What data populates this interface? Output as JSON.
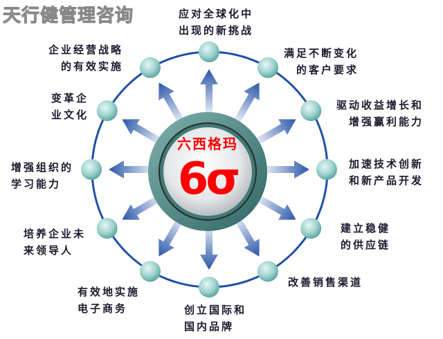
{
  "center": {
    "title": "六西格玛",
    "symbol": "6σ"
  },
  "watermark": "天行健管理咨询",
  "colors": {
    "ring": "#1f4fa8",
    "node": "#9fd3cf",
    "arrow": "#3a64b0",
    "center_text": "#ff0000",
    "medallion": "#4f8c8a"
  },
  "benefits": [
    {
      "line1": "应对全球化中",
      "line2": "出现的新挑战"
    },
    {
      "line1": "满足不断变化",
      "line2": "的客户要求"
    },
    {
      "line1": "驱动收益增长和",
      "line2": "增强赢利能力"
    },
    {
      "line1": "加速技术创新",
      "line2": "和新产品开发"
    },
    {
      "line1": "建立稳健",
      "line2": "的供应链"
    },
    {
      "line1": "改善销售渠道",
      "line2": ""
    },
    {
      "line1": "创立国际和",
      "line2": "国内品牌"
    },
    {
      "line1": "有效地实施",
      "line2": "电子商务"
    },
    {
      "line1": "培养企业未",
      "line2": "来领导人"
    },
    {
      "line1": "增强组织的",
      "line2": "学习能力"
    },
    {
      "line1": "变革企",
      "line2": "业文化"
    },
    {
      "line1": "企业经营战略",
      "line2": "的有效实施"
    }
  ]
}
